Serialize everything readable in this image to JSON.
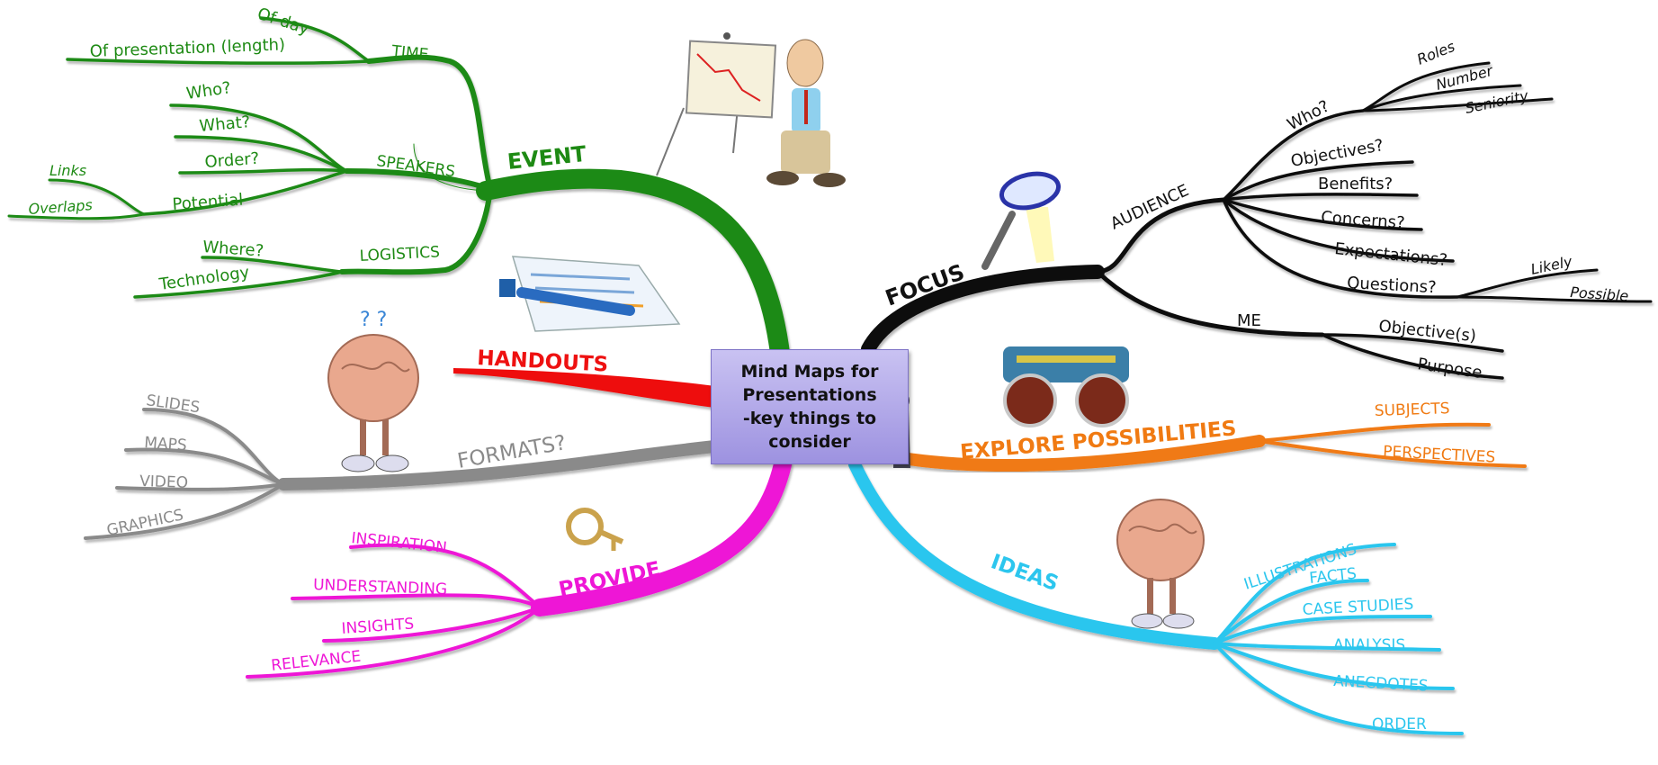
{
  "center": {
    "title": "Mind Maps for\nPresentations\n-key things to\nconsider"
  },
  "colors": {
    "event": "#1e8a14",
    "focus": "#111111",
    "handouts": "#ee1111",
    "formats": "#8a8a8a",
    "provide": "#ee16d6",
    "explore": "#f07a12",
    "ideas": "#2cc6ee"
  },
  "branches": {
    "event": {
      "label": "EVENT",
      "time": {
        "label": "TIME",
        "children": [
          "Of day",
          "Of presentation (length)"
        ]
      },
      "speakers": {
        "label": "SPEAKERS",
        "children": [
          "Who?",
          "What?",
          "Order?",
          "Potential"
        ],
        "potential_children": [
          "Links",
          "Overlaps"
        ]
      },
      "logistics": {
        "label": "LOGISTICS",
        "children": [
          "Where?",
          "Technology"
        ]
      }
    },
    "focus": {
      "label": "FOCUS",
      "audience": {
        "label": "AUDIENCE",
        "who": "Who?",
        "who_children": [
          "Roles",
          "Number",
          "Seniority"
        ],
        "children": [
          "Objectives?",
          "Benefits?",
          "Concerns?",
          "Expectations?",
          "Questions?"
        ],
        "question_children": [
          "Likely",
          "Possible"
        ]
      },
      "me": {
        "label": "ME",
        "children": [
          "Objective(s)",
          "Purpose"
        ]
      }
    },
    "handouts": {
      "label": "HANDOUTS"
    },
    "formats": {
      "label": "FORMATS?",
      "children": [
        "SLIDES",
        "MAPS",
        "VIDEO",
        "GRAPHICS"
      ]
    },
    "provide": {
      "label": "PROVIDE",
      "children": [
        "INSPIRATION",
        "UNDERSTANDING",
        "INSIGHTS",
        "RELEVANCE"
      ]
    },
    "explore": {
      "label": "EXPLORE POSSIBILITIES",
      "children": [
        "SUBJECTS",
        "PERSPECTIVES"
      ]
    },
    "ideas": {
      "label": "IDEAS",
      "children": [
        "ILLUSTRATIONS",
        "FACTS",
        "CASE STUDIES",
        "ANALYSIS",
        "ANECDOTES",
        "ORDER"
      ]
    }
  },
  "pictures": [
    "presenter-chart",
    "magnifier",
    "handout-pen",
    "brain-thinking",
    "binoculars",
    "key",
    "brain-idea"
  ]
}
